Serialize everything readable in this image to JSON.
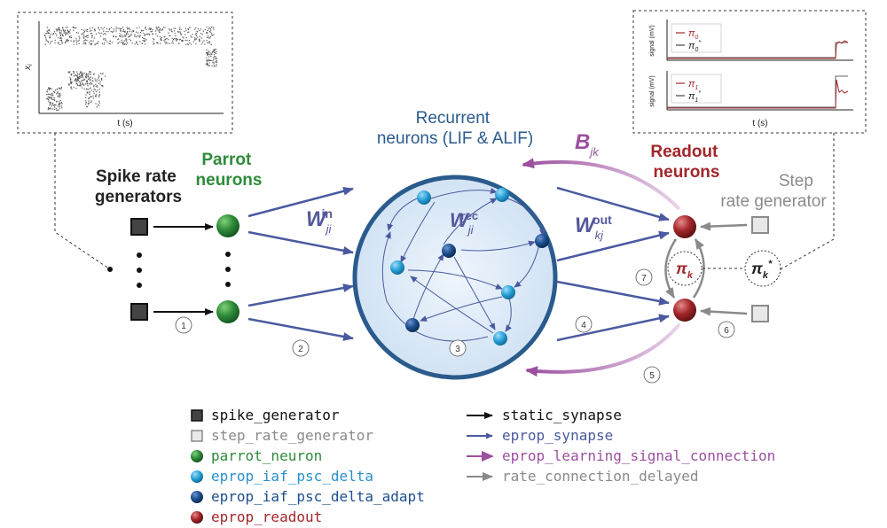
{
  "colors": {
    "parrot": "#2e8b3a",
    "recurrent_title": "#2a5b8c",
    "lif": "#2aa3d8",
    "alif": "#1d4f8f",
    "readout": "#a3262a",
    "eprop_synapse": "#4a5aa0",
    "learning": "#9b4f9e",
    "delayed": "#8a8a8a",
    "weight_label": "#55589a",
    "static": "#111111",
    "step_text": "#8a8a8a"
  },
  "labels": {
    "spike_rate_generators": [
      "Spike rate",
      "generators"
    ],
    "parrot_neurons": [
      "Parrot",
      "neurons"
    ],
    "recurrent_neurons": [
      "Recurrent",
      "neurons (LIF & ALIF)"
    ],
    "readout_neurons": [
      "Readout",
      "neurons"
    ],
    "step_rate_generator": [
      "Step",
      "rate generator"
    ],
    "w_in": {
      "base": "W",
      "sub": "ji",
      "sup": "in"
    },
    "w_rec": {
      "base": "W",
      "sub": "ji",
      "sup": "rec"
    },
    "w_out": {
      "base": "W",
      "sub": "kj",
      "sup": "out"
    },
    "b_jk": {
      "base": "B",
      "sub": "jk"
    },
    "pi_k": {
      "base": "π",
      "sub": "k"
    },
    "pi_k_star": {
      "base": "π",
      "sub": "k",
      "sup": "*"
    }
  },
  "step_numbers": [
    "1",
    "2",
    "3",
    "4",
    "5",
    "6",
    "7"
  ],
  "raster_inset": {
    "ylabel": "x",
    "ylabel_sub": "i",
    "xlabel": "t (s)"
  },
  "signal_inset": {
    "top": {
      "ylabel": "signal (mV)",
      "legend": [
        "π",
        "π"
      ],
      "legend_subs": [
        "0",
        "0"
      ],
      "legend_sup2": "*"
    },
    "bottom": {
      "ylabel": "signal (mV)",
      "legend": [
        "π",
        "π"
      ],
      "legend_subs": [
        "1",
        "1"
      ],
      "legend_sup2": "*"
    },
    "xlabel": "t (s)"
  },
  "legend": {
    "nodes": [
      {
        "label": "spike_generator",
        "color": "#111111",
        "kind": "square-dark"
      },
      {
        "label": "step_rate_generator",
        "color": "#8a8a8a",
        "kind": "square-light"
      },
      {
        "label": "parrot_neuron",
        "color": "#2e8b3a",
        "kind": "circle"
      },
      {
        "label": "eprop_iaf_psc_delta",
        "color": "#2a8fc9",
        "kind": "circle"
      },
      {
        "label": "eprop_iaf_psc_delta_adapt",
        "color": "#1d4f8f",
        "kind": "circle"
      },
      {
        "label": "eprop_readout",
        "color": "#a3262a",
        "kind": "circle"
      }
    ],
    "edges": [
      {
        "label": "static_synapse",
        "color": "#111111"
      },
      {
        "label": "eprop_synapse",
        "color": "#4a5aa0"
      },
      {
        "label": "eprop_learning_signal_connection",
        "color": "#9b4f9e"
      },
      {
        "label": "rate_connection_delayed",
        "color": "#8a8a8a"
      }
    ]
  }
}
